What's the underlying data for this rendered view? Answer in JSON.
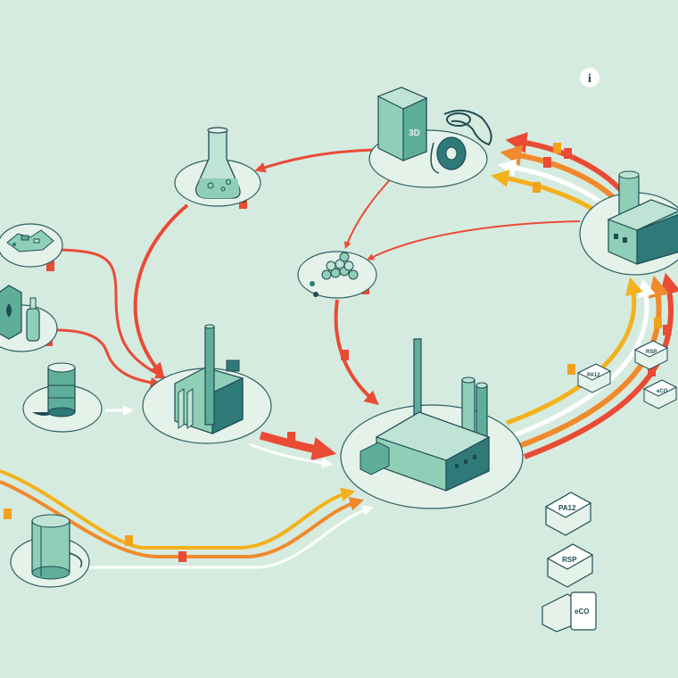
{
  "colors": {
    "background": "#d5ebe0",
    "platform": "#e4f2ea",
    "platform_edge": "#2d5f63",
    "teal_light": "#8fcfb8",
    "teal_mid": "#5fae9a",
    "teal_dark": "#2f7a78",
    "outline": "#1f4b52",
    "flow_red": "#e94b35",
    "flow_orange": "#f08a2c",
    "flow_yellow": "#f3b21b",
    "flow_white": "#ffffff",
    "tag_red": "#e94b35",
    "tag_orange": "#f3a11b"
  },
  "info": {
    "glyph": "i"
  },
  "stations": {
    "flask": {
      "icon": "flask-icon"
    },
    "printer": {
      "icon": "3d-printer-icon",
      "printer_label": "3D"
    },
    "factory_right": {
      "icon": "factory-icon"
    },
    "pellets_center": {
      "icon": "pellets-icon"
    },
    "waste_pile": {
      "icon": "waste-pile-icon"
    },
    "bottles": {
      "icon": "bottle-icon"
    },
    "barrel": {
      "icon": "oil-barrel-icon"
    },
    "refinery": {
      "icon": "refinery-icon"
    },
    "main_plant": {
      "icon": "chemical-plant-icon"
    },
    "tank": {
      "icon": "storage-tank-icon"
    }
  },
  "products": {
    "ring": [
      {
        "label": "PA12"
      },
      {
        "label": "RSP"
      },
      {
        "label": "eCO"
      }
    ],
    "legend": [
      {
        "label": "PA12"
      },
      {
        "label": "RSP"
      },
      {
        "label": "eCO"
      }
    ]
  }
}
